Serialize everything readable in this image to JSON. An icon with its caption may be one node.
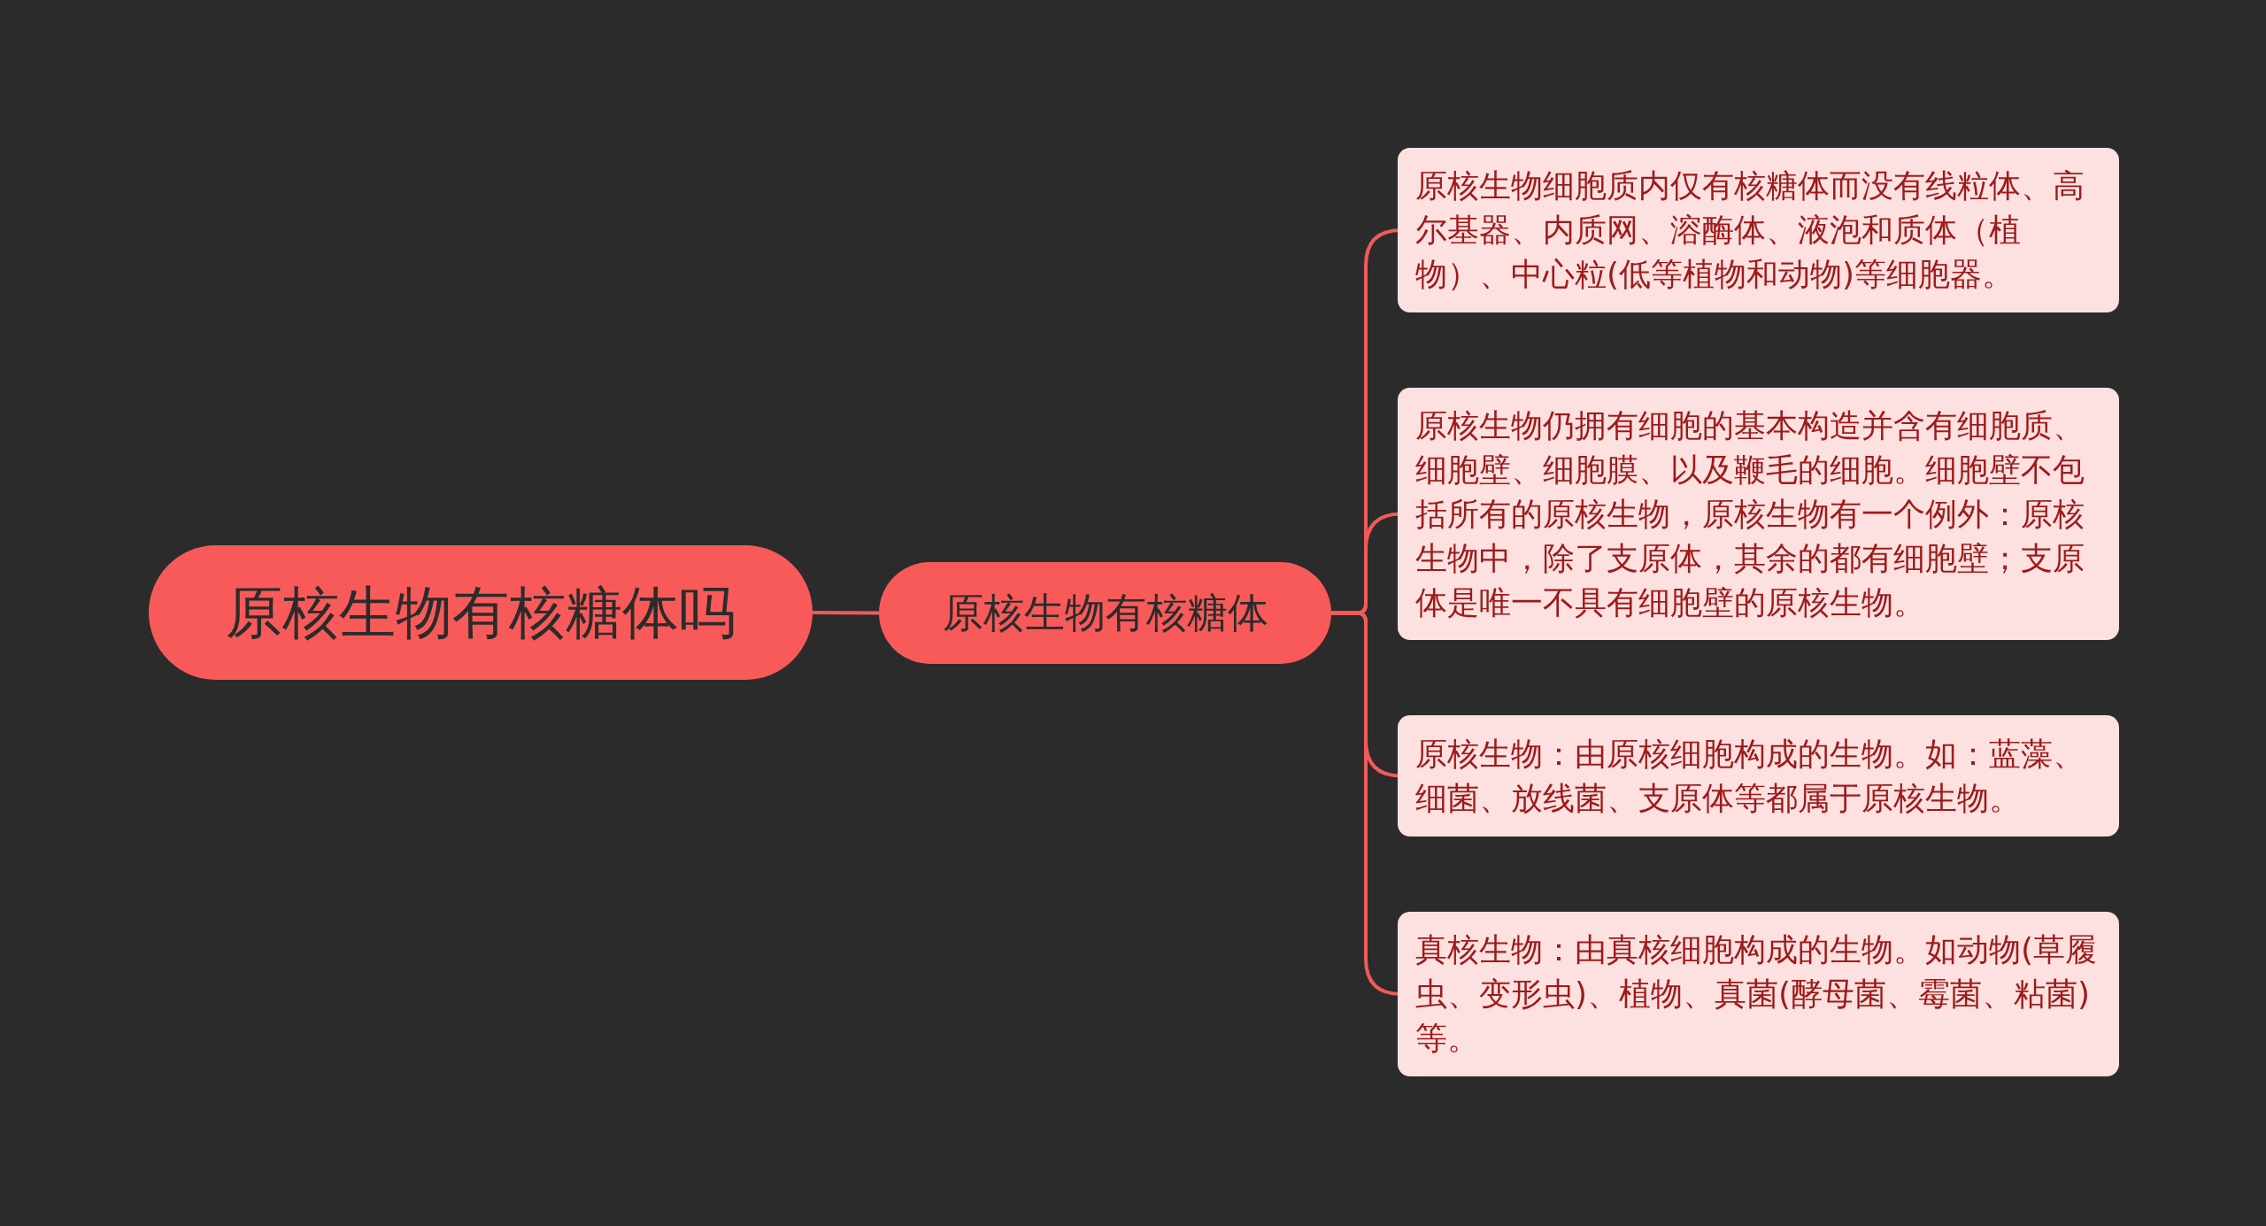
{
  "diagram": {
    "nodes": [
      {
        "text": [
          "原核生物有核糖体吗"
        ]
      },
      {
        "text": [
          "原核生物有核糖体"
        ]
      },
      {
        "text": [
          "原核生物细胞质内仅有核糖体而没有线粒体、高尔基器、内质网、溶酶体、液泡和质体（植物）、中心粒(低等植物和动物)等细胞器。"
        ]
      },
      {
        "text": [
          "原核生物仍拥有细胞的基本构造并含有细胞质、细胞壁、细胞膜、以及鞭毛的细胞。细胞壁不包括所有的原核生物，原核生物有一个例外：原核生物中，除了支原体，其余的都有细胞壁；支原体是唯一不具有细胞壁的原核生物。"
        ]
      },
      {
        "text": [
          "原核生物：由原核细胞构成的生物。如：蓝藻、细菌、放线菌、支原体等都属于原核生物。"
        ]
      },
      {
        "text": [
          "真核生物：由真核细胞构成的生物。如动物(草履虫、变形虫)、植物、真菌(酵母菌、霉菌、粘菌)等。"
        ]
      }
    ],
    "edges": [
      {
        "from": 0,
        "to": 1,
        "arrow": "none"
      },
      {
        "from": 1,
        "to": 2,
        "arrow": "none"
      },
      {
        "from": 1,
        "to": 3,
        "arrow": "none"
      },
      {
        "from": 1,
        "to": 4,
        "arrow": "none"
      },
      {
        "from": 1,
        "to": 5,
        "arrow": "none"
      }
    ]
  }
}
